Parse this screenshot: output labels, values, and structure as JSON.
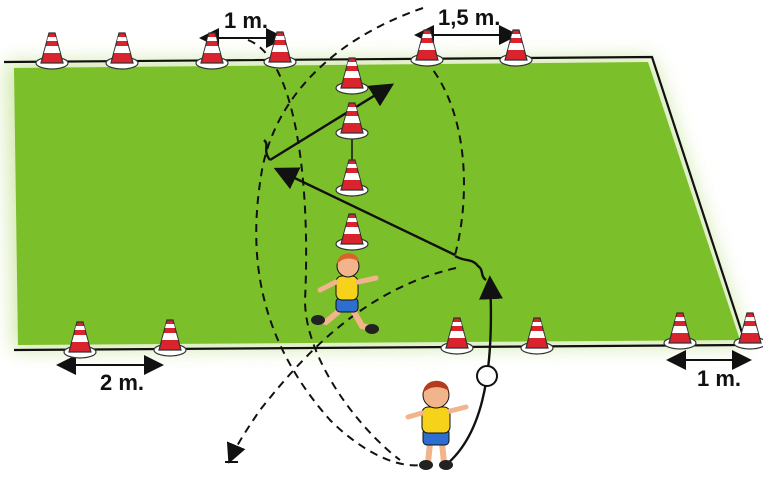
{
  "diagram": {
    "labels": {
      "top_left_distance": "1 m.",
      "top_right_distance": "1,5 m.",
      "bottom_left_distance": "2 m.",
      "bottom_right_distance": "1 m."
    },
    "colors": {
      "field": "#7bbf2a",
      "field_glow": "#cfe7a8",
      "cone_red": "#d9232d",
      "line": "#111111"
    },
    "icons": [
      "cone-icon",
      "running-child-figure",
      "child-with-ball-figure",
      "ball-icon"
    ]
  }
}
